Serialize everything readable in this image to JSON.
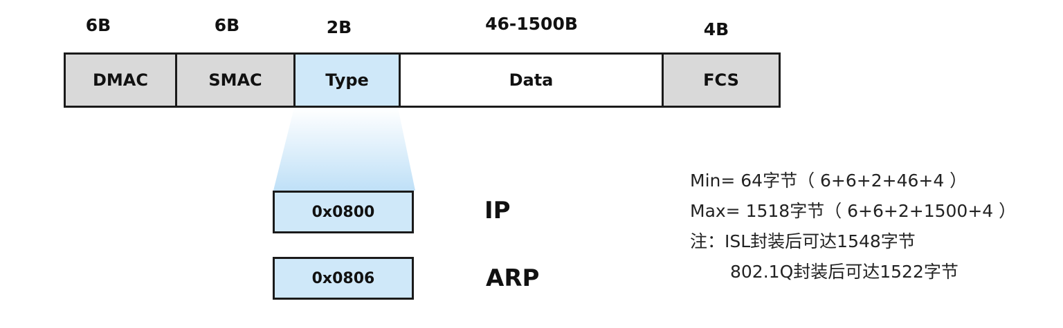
{
  "frame": {
    "fields": [
      {
        "size": "6B",
        "name": "DMAC",
        "fill": "#d9d9d9"
      },
      {
        "size": "6B",
        "name": "SMAC",
        "fill": "#d9d9d9"
      },
      {
        "size": "2B",
        "name": "Type",
        "fill": "#cfe8f9"
      },
      {
        "size": "46-1500B",
        "name": "Data",
        "fill": "#ffffff"
      },
      {
        "size": "4B",
        "name": "FCS",
        "fill": "#d9d9d9"
      }
    ]
  },
  "type_values": [
    {
      "code": "0x0800",
      "protocol": "IP"
    },
    {
      "code": "0x0806",
      "protocol": "ARP"
    }
  ],
  "notes": {
    "min": "Min= 64字节（ 6+6+2+46+4 ）",
    "max": "Max= 1518字节（ 6+6+2+1500+4 ）",
    "note_isl": "注：ISL封装后可达1548字节",
    "note_dot1q": "802.1Q封装后可达1522字节"
  },
  "colors": {
    "grey_field": "#d9d9d9",
    "type_highlight": "#cfe8f9",
    "border": "#1a1a1a"
  }
}
